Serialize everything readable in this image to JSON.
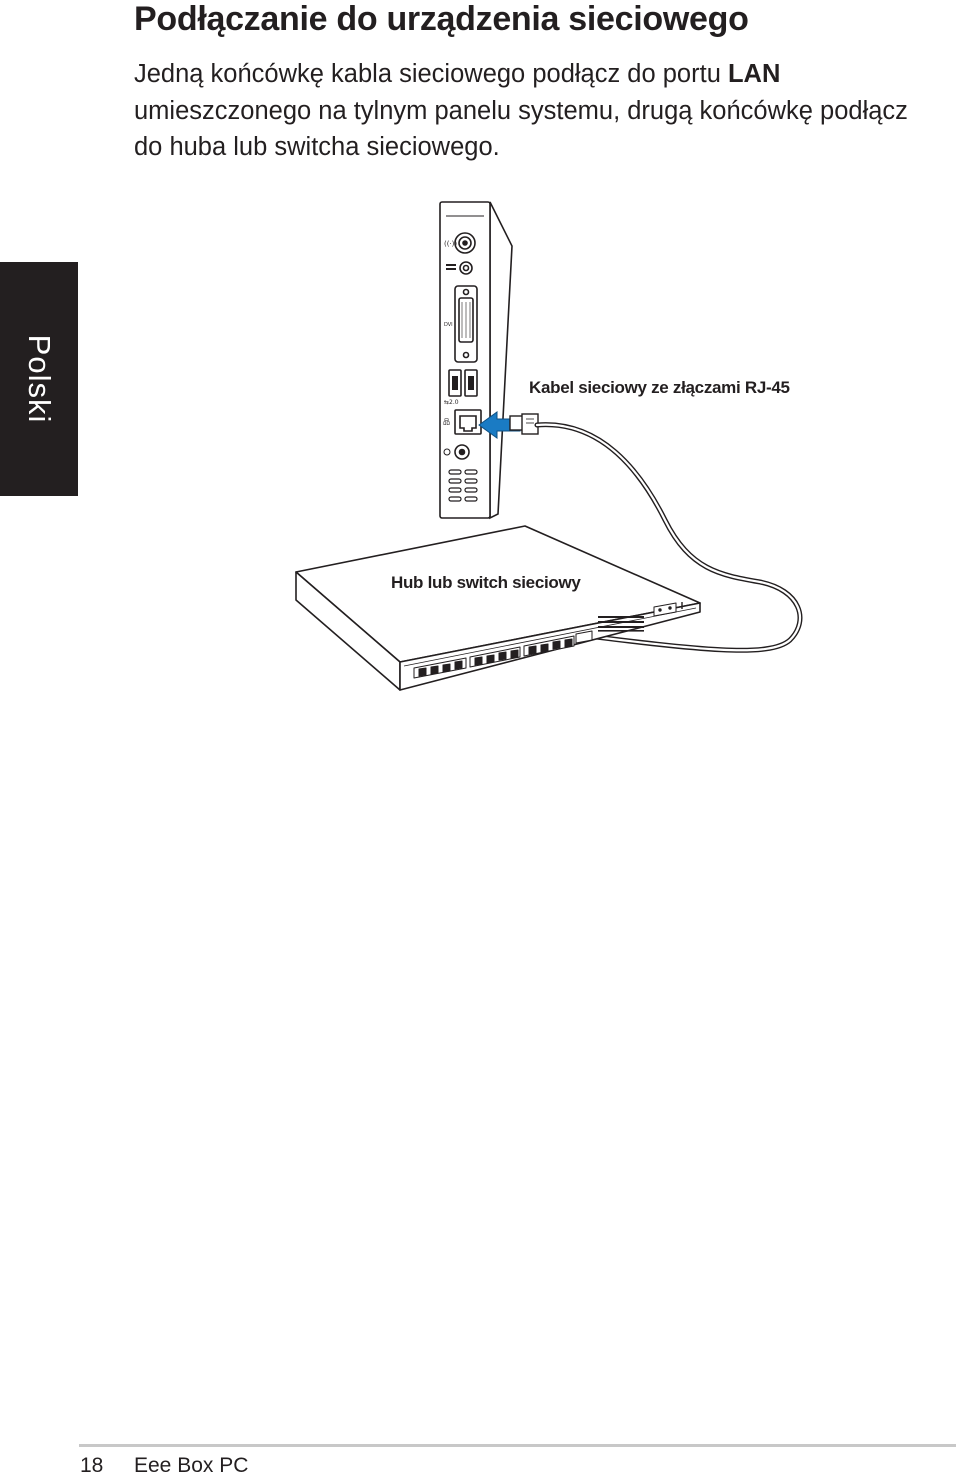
{
  "page": {
    "title": "Podłączanie do urządzenia sieciowego",
    "paragraph_before": "Jedną końcówkę kabla sieciowego podłącz do portu ",
    "paragraph_keyword": "LAN",
    "paragraph_after": " umieszczonego na tylnym panelu systemu, drugą końcówkę podłącz do huba lub switcha sieciowego."
  },
  "side_tab": {
    "label": "Polski"
  },
  "figure": {
    "cable_label": "Kabel sieciowy ze złączami RJ-45",
    "hub_label": "Hub lub switch sieciowy",
    "arrow_color": "#1a7bc4"
  },
  "footer": {
    "page_number": "18",
    "product_name": "Eee Box PC"
  }
}
